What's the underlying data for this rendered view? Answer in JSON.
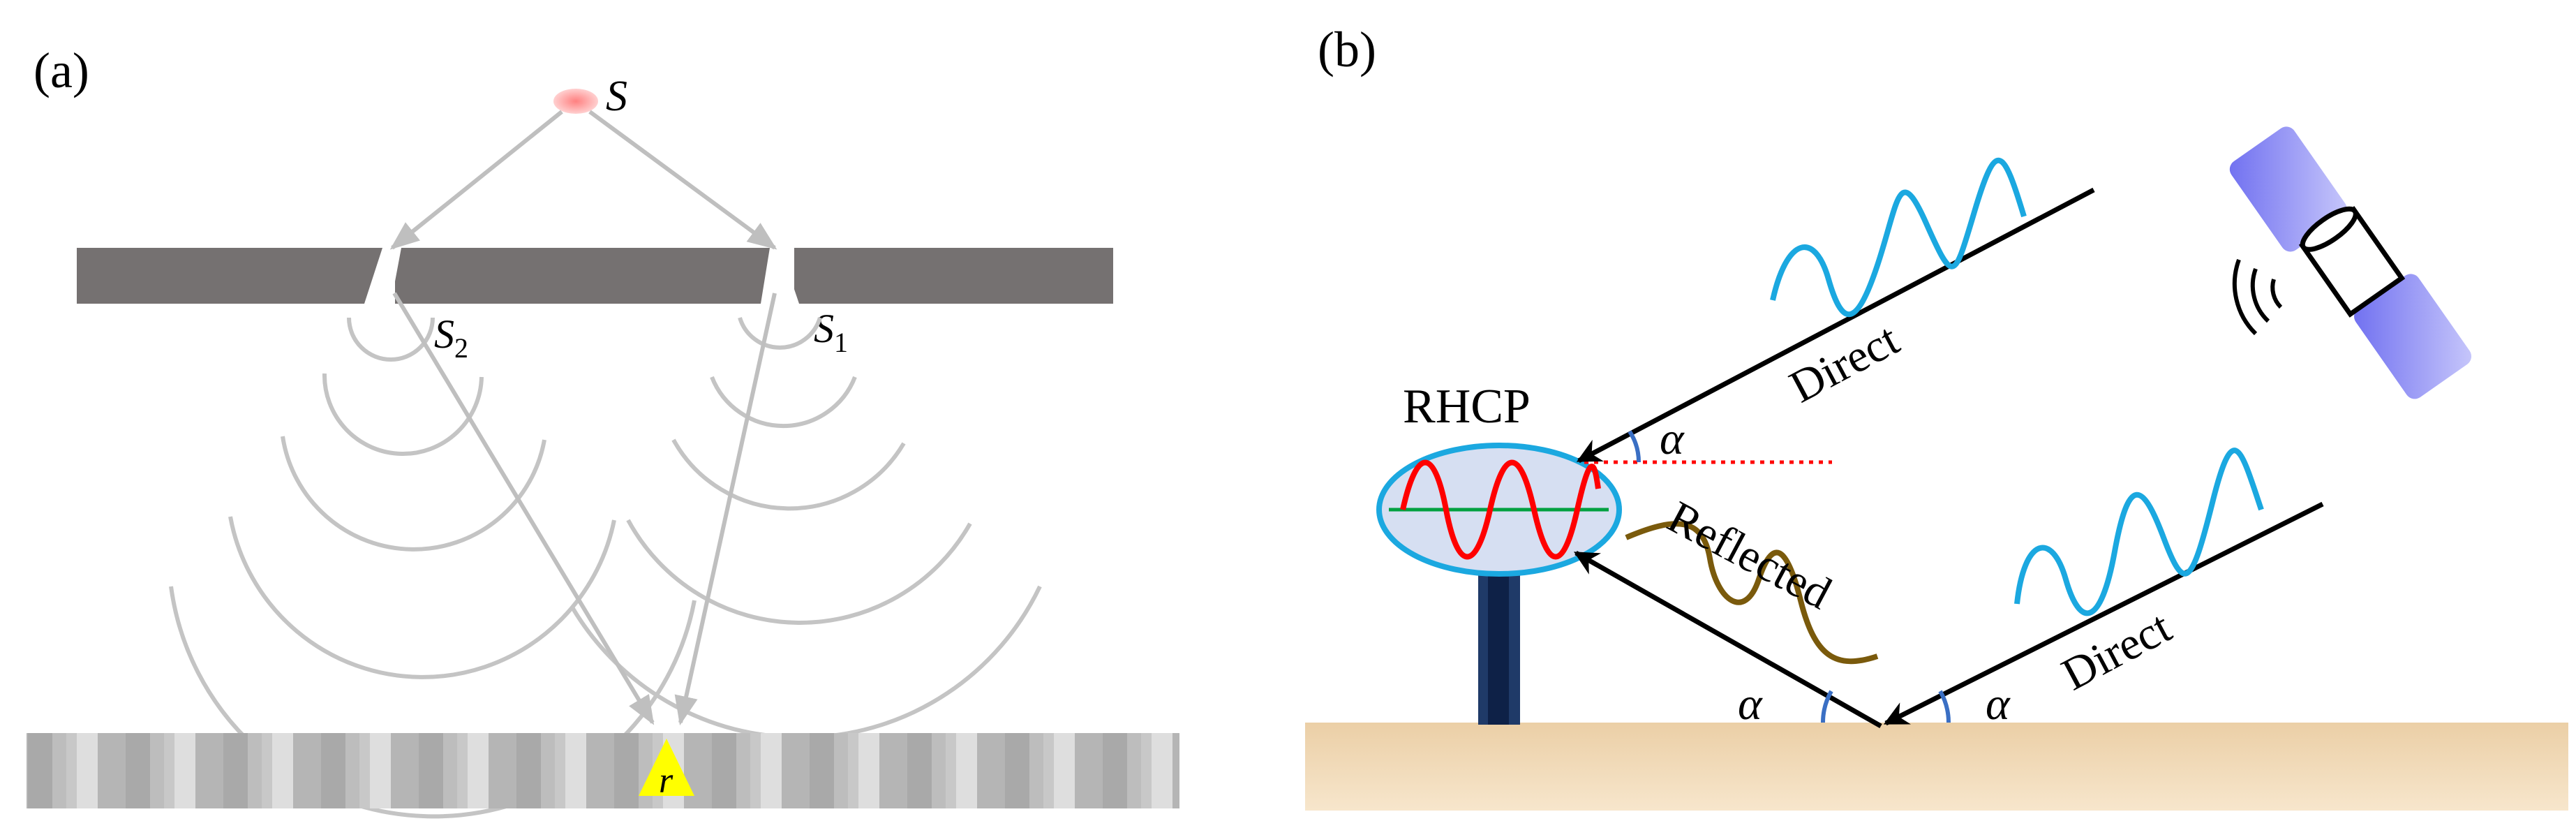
{
  "panel_a": {
    "panel_label": "(a)",
    "source_label": "S",
    "slit_2_label": {
      "letter": "S",
      "subscript": "2"
    },
    "slit_1_label": {
      "letter": "S",
      "subscript": "1"
    },
    "receiver_label": "r"
  },
  "panel_b": {
    "panel_label": "(b)",
    "antenna_label": "RHCP",
    "direct_upper_label": "Direct",
    "direct_lower_label": "Direct",
    "reflected_label": "Reflected",
    "angle_upper_label": "α",
    "angle_ground_left_label": "α",
    "angle_ground_right_label": "α"
  },
  "colors": {
    "barrier": "#757171",
    "ray": "#bfbfbf",
    "source": "#f4a0a0",
    "receiver": "#ffff00",
    "wave_blue": "#1ba8e0",
    "wave_reflected": "#7a5a0c",
    "antenna_sine": "#ff0000",
    "antenna_axis": "#00a040",
    "antenna_fill": "#d6dff2",
    "antenna_border": "#1ba8e0",
    "mast": "#1f3a68",
    "ground": "#f0d6b0",
    "satellite_panel": "#7c7cf0",
    "angle_arc": "#3a6fc4",
    "horizontal_ref": "#ff0000"
  }
}
